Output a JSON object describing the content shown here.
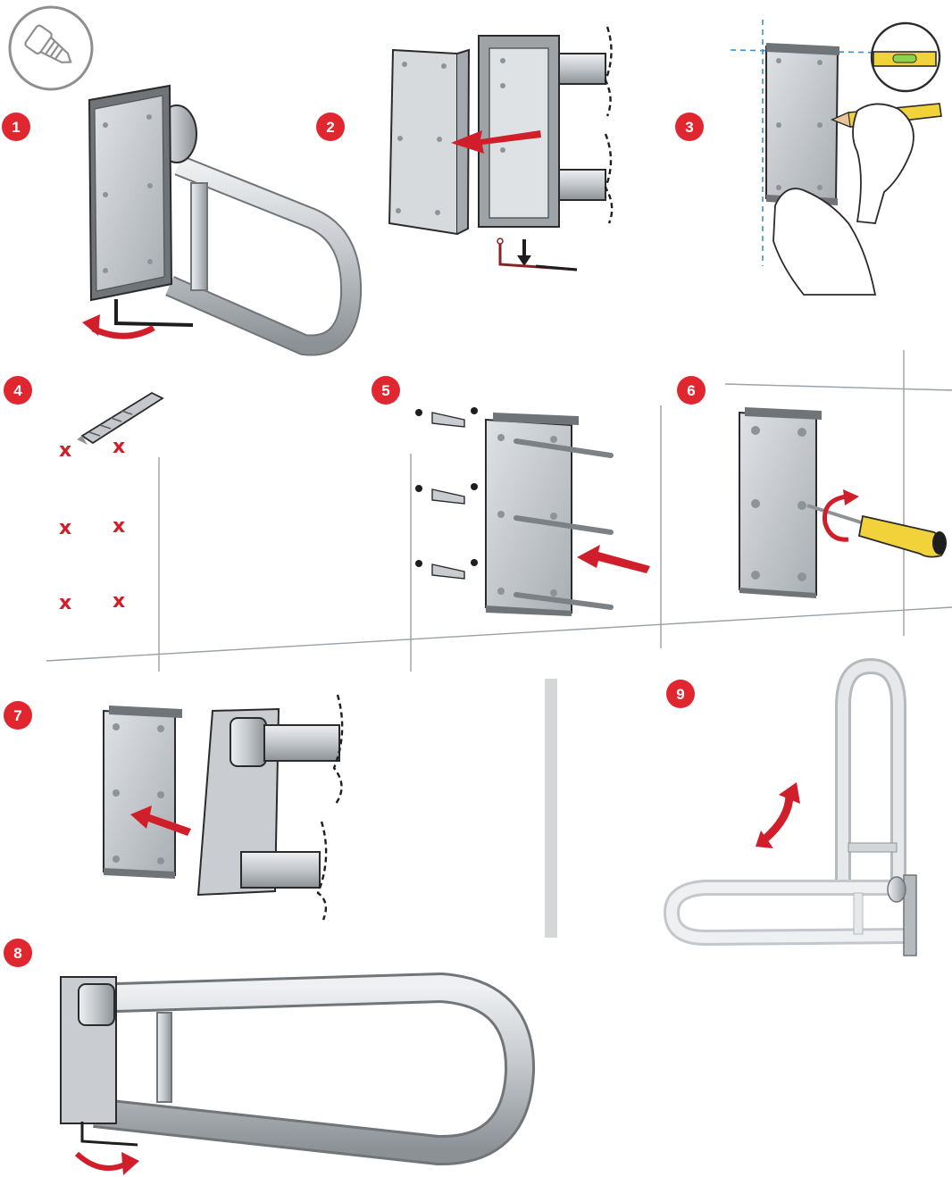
{
  "steps": [
    {
      "number": "1"
    },
    {
      "number": "2"
    },
    {
      "number": "3"
    },
    {
      "number": "4"
    },
    {
      "number": "5"
    },
    {
      "number": "6"
    },
    {
      "number": "7"
    },
    {
      "number": "8"
    },
    {
      "number": "9"
    }
  ],
  "drill_marks": [
    "x",
    "x",
    "x",
    "x",
    "x",
    "x"
  ],
  "icons": {
    "header": "screw-icon",
    "level": "spirit-level-icon",
    "pencil": "pencil-icon",
    "drill": "drill-bit-icon",
    "screwdriver": "screwdriver-icon",
    "allen_key": "allen-key-icon"
  },
  "colors": {
    "accent_red": "#d01f2a",
    "badge_red": "#e0262f",
    "metal": "#c4c8cc",
    "metal_dark": "#8e9398",
    "outline": "#2b2b2b",
    "guide_blue": "#3d8fd0",
    "pencil_yellow": "#f2d23a",
    "wall_line": "#9aa0a6",
    "divider_grey": "#d4d6d8"
  }
}
